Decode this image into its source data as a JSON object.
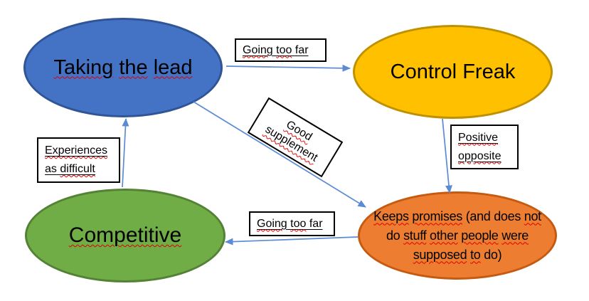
{
  "diagram": {
    "background_color": "#FFFFFF",
    "arrow_color": "#5B8BD5",
    "squiggle_color": "#E00000",
    "nodes": {
      "taking_the_lead": {
        "label": "Taking the lead",
        "fill": "#4472C4",
        "border": "#2F5597",
        "lines": [
          [
            {
              "t": "Taking",
              "sq": true
            },
            {
              "t": "the",
              "sq": true
            },
            {
              "t": "lead",
              "sq": true
            }
          ]
        ]
      },
      "control_freak": {
        "label": "Control Freak",
        "fill": "#FFC000",
        "border": "#BF9000",
        "lines": [
          [
            {
              "t": "Control",
              "sq": false
            },
            {
              "t": "Freak",
              "sq": false
            }
          ]
        ]
      },
      "competitive": {
        "label": "Competitive",
        "fill": "#70AD47",
        "border": "#548235",
        "lines": [
          [
            {
              "t": "Competitive",
              "sq": true
            }
          ]
        ]
      },
      "keeps_promises": {
        "label": "Keeps promises (and does not do stuff other people were supposed to do)",
        "fill": "#ED7D31",
        "border": "#C55A11",
        "lines": [
          [
            {
              "t": "Keeps",
              "sq": true
            },
            {
              "t": "promises",
              "sq": true
            },
            {
              "t": "(and",
              "sq": false
            },
            {
              "t": "does",
              "sq": false
            },
            {
              "t": "not",
              "sq": true
            }
          ],
          [
            {
              "t": "do",
              "sq": false
            },
            {
              "t": "stuff",
              "sq": true
            },
            {
              "t": "other",
              "sq": true
            },
            {
              "t": "people",
              "sq": true
            },
            {
              "t": "were",
              "sq": true
            }
          ],
          [
            {
              "t": "supposed",
              "sq": true
            },
            {
              "t": "to",
              "sq": true
            },
            {
              "t": "do)",
              "sq": false
            }
          ]
        ]
      }
    },
    "edge_labels": {
      "going_too_far_top": {
        "label": "Going too far",
        "underlined": true,
        "lines": [
          [
            {
              "t": "Going",
              "sq": true
            },
            {
              "t": "too",
              "sq": true
            },
            {
              "t": "far",
              "sq": false
            }
          ]
        ]
      },
      "positive_opposite": {
        "label": "Positive opposite",
        "underlined": true,
        "lines": [
          [
            {
              "t": "Positive",
              "sq": true
            }
          ],
          [
            {
              "t": "opposite",
              "sq": true
            }
          ]
        ]
      },
      "experiences_as_difficult": {
        "label": "Experiences as difficult",
        "underlined": true,
        "lines": [
          [
            {
              "t": "Experiences",
              "sq": true
            }
          ],
          [
            {
              "t": "as",
              "sq": false
            },
            {
              "t": "difficult",
              "sq": true
            }
          ]
        ]
      },
      "going_too_far_bottom": {
        "label": "Going too far",
        "underlined": true,
        "lines": [
          [
            {
              "t": "Going",
              "sq": true
            },
            {
              "t": "too",
              "sq": true
            },
            {
              "t": "far",
              "sq": false
            }
          ]
        ]
      },
      "good_supplement": {
        "label": "Good supplement",
        "underlined": false,
        "lines": [
          [
            {
              "t": "Good",
              "sq": true
            }
          ],
          [
            {
              "t": "supplement",
              "sq": true
            }
          ]
        ]
      }
    },
    "edges": [
      {
        "from": "Taking the lead",
        "to": "Control Freak",
        "label": "Going too far"
      },
      {
        "from": "Control Freak",
        "to": "Keeps promises (and does not do stuff other people were supposed to do)",
        "label": "Positive opposite"
      },
      {
        "from": "Keeps promises (and does not do stuff other people were supposed to do)",
        "to": "Competitive",
        "label": "Going too far"
      },
      {
        "from": "Competitive",
        "to": "Taking the lead",
        "label": "Experiences as difficult"
      },
      {
        "from": "Taking the lead",
        "to": "Keeps promises (and does not do stuff other people were supposed to do)",
        "label": "Good supplement"
      }
    ]
  }
}
